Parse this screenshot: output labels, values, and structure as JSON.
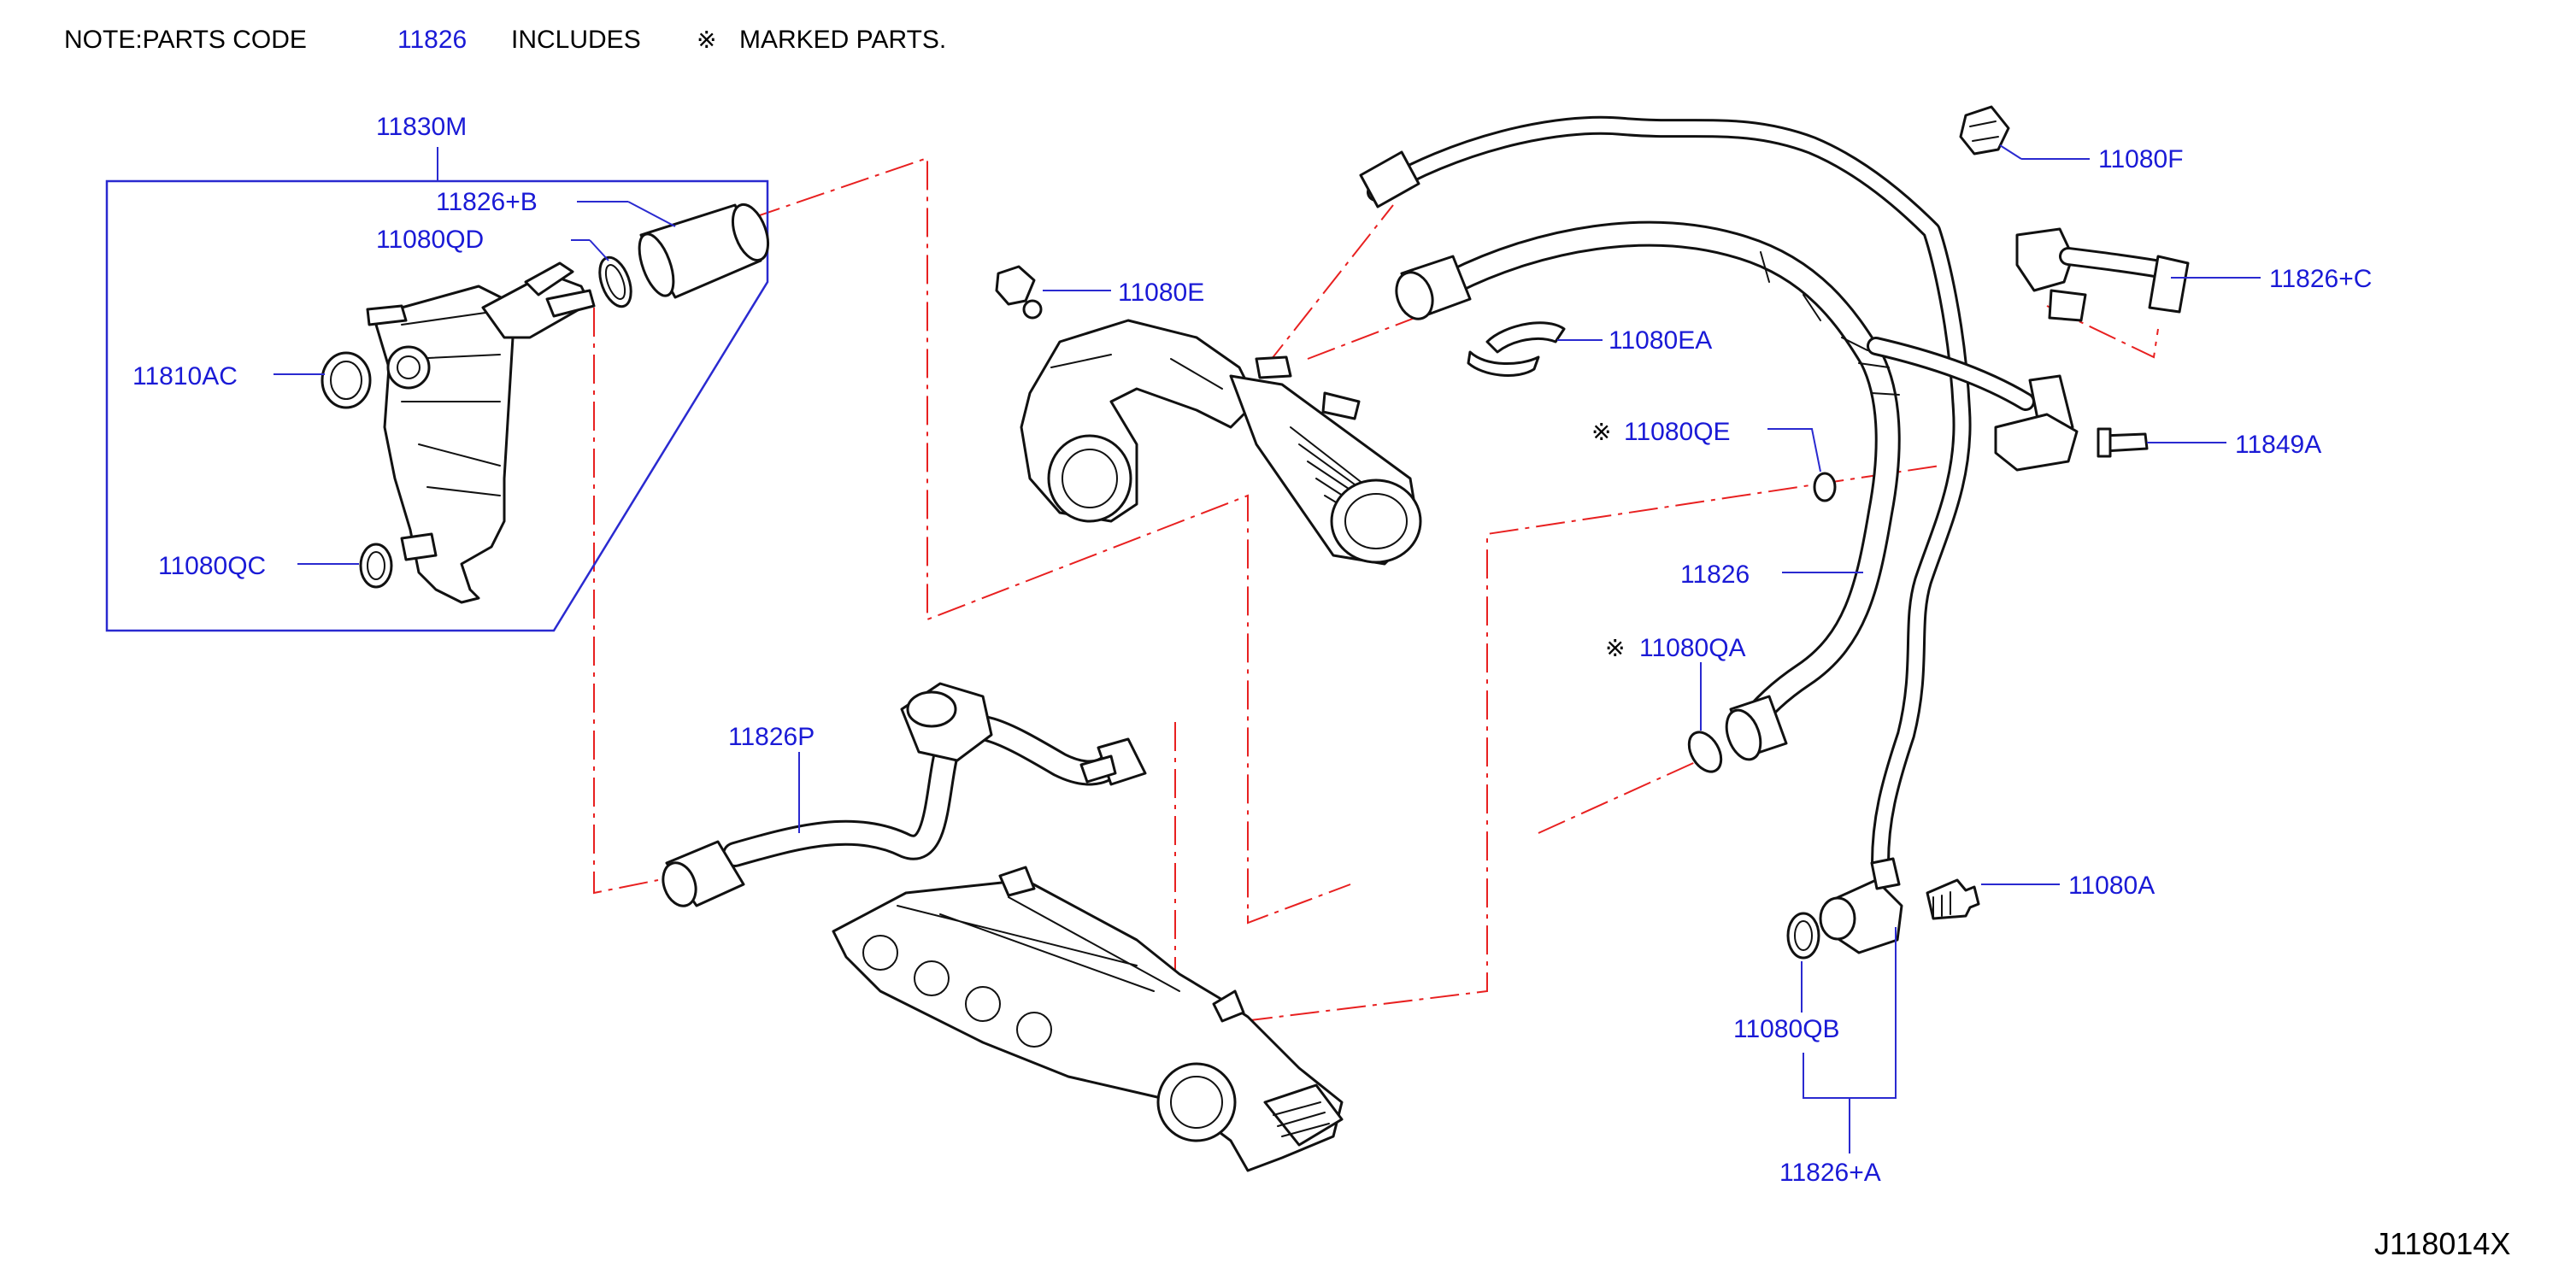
{
  "note": {
    "prefix": "NOTE:PARTS   CODE",
    "code": "11826",
    "includes": "INCLUDES",
    "mark": "※",
    "suffix": "MARKED   PARTS."
  },
  "mark_symbol": "※",
  "diagram_id": "J118014X",
  "labels": {
    "p11830M": "11830M",
    "p11826B": "11826+B",
    "p11080QD": "11080QD",
    "p11810AC": "11810AC",
    "p11080QC": "11080QC",
    "p11080E": "11080E",
    "p11080EA": "11080EA",
    "p11080F": "11080F",
    "p11826C": "11826+C",
    "p11849A": "11849A",
    "p11080QE": "11080QE",
    "p11826": "11826",
    "p11080QA": "11080QA",
    "p11826P": "11826P",
    "p11080A": "11080A",
    "p11080QB": "11080QB",
    "p11826A": "11826+A"
  },
  "colors": {
    "label_blue": "#1a1ad6",
    "leader_blue": "#2a2ad0",
    "dash_red": "#e82020",
    "line_black": "#111111"
  }
}
